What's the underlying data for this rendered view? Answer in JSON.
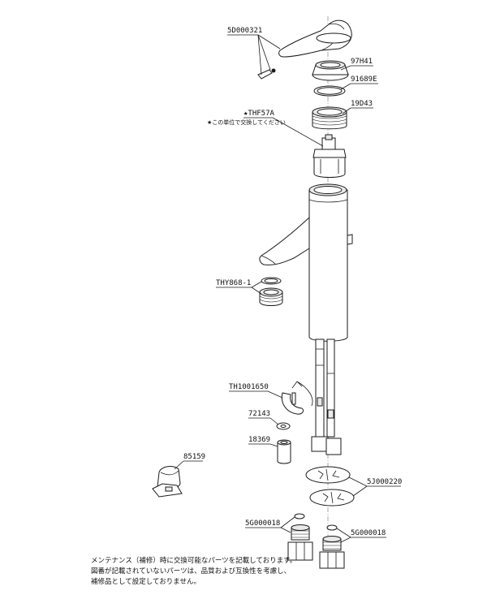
{
  "parts": {
    "handle": "5D000321",
    "cap": "97H41",
    "ring": "91689E",
    "nut": "19D43",
    "cartridge": "★THF57A",
    "aerator": "THY868-1",
    "clip": "TH1001650",
    "washer": "72143",
    "sleeve": "18369",
    "wrench": "85159",
    "gaskets": "5J000220",
    "adapter_left": "5G000018",
    "adapter_right": "5G000018"
  },
  "notes": {
    "cartridge_note": "★この単位で交換してください"
  },
  "footer": {
    "line1": "メンテナンス（補修）時に交換可能なパーツを記載しております。",
    "line2": "図番が記載されていないパーツは、品質および互換性を考慮し、",
    "line3": "補修品として設定しておりません。"
  }
}
